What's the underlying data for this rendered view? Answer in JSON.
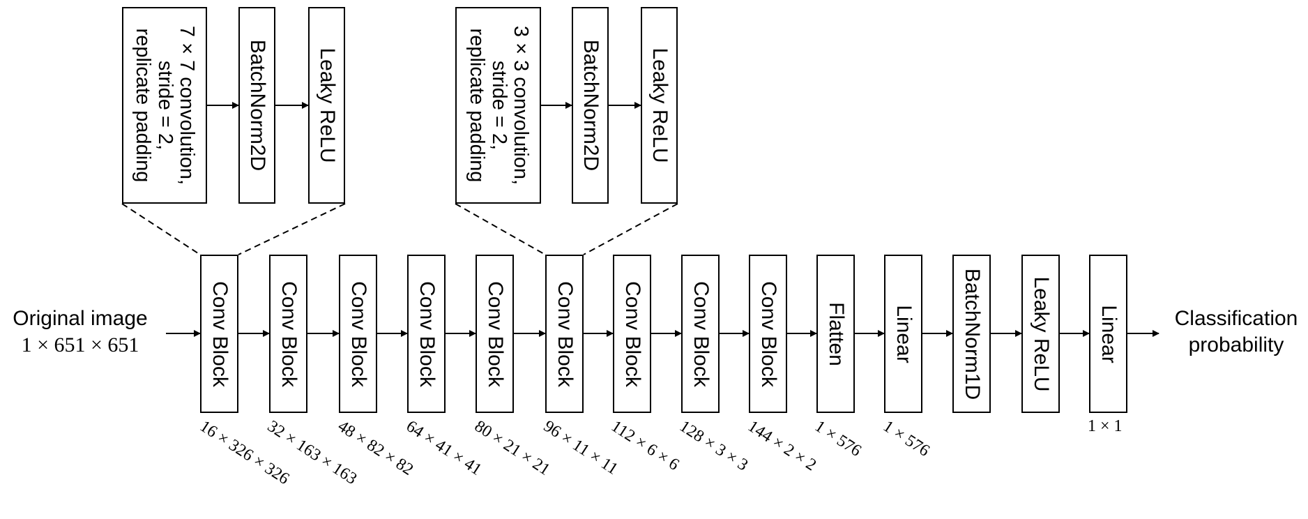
{
  "input": {
    "label": "Original image",
    "shape": "1 × 651 × 651"
  },
  "output": {
    "line1": "Classification",
    "line2": "probability"
  },
  "pipeline": [
    {
      "label": "Conv Block",
      "dim": "16 × 326 × 326"
    },
    {
      "label": "Conv Block",
      "dim": "32 × 163 × 163"
    },
    {
      "label": "Conv Block",
      "dim": "48 × 82 × 82"
    },
    {
      "label": "Conv Block",
      "dim": "64 × 41 × 41"
    },
    {
      "label": "Conv Block",
      "dim": "80 × 21 × 21"
    },
    {
      "label": "Conv Block",
      "dim": "96 × 11 × 11"
    },
    {
      "label": "Conv Block",
      "dim": "112 × 6 × 6"
    },
    {
      "label": "Conv Block",
      "dim": "128 × 3 × 3"
    },
    {
      "label": "Conv Block",
      "dim": "144 × 2 × 2"
    },
    {
      "label": "Flatten",
      "dim": "1 × 576"
    },
    {
      "label": "Linear",
      "dim": "1 × 576"
    },
    {
      "label": "BatchNorm1D",
      "dim": ""
    },
    {
      "label": "Leaky ReLU",
      "dim": ""
    },
    {
      "label": "Linear",
      "dim": "1 × 1"
    }
  ],
  "detail_left": {
    "conv_lines": [
      "7 × 7 convolution,",
      "stride = 2,",
      "replicate padding"
    ],
    "norm": "BatchNorm2D",
    "act": "Leaky ReLU"
  },
  "detail_right": {
    "conv_lines": [
      "3 × 3 convolution,",
      "stride = 2,",
      "replicate padding"
    ],
    "norm": "BatchNorm2D",
    "act": "Leaky ReLU"
  }
}
